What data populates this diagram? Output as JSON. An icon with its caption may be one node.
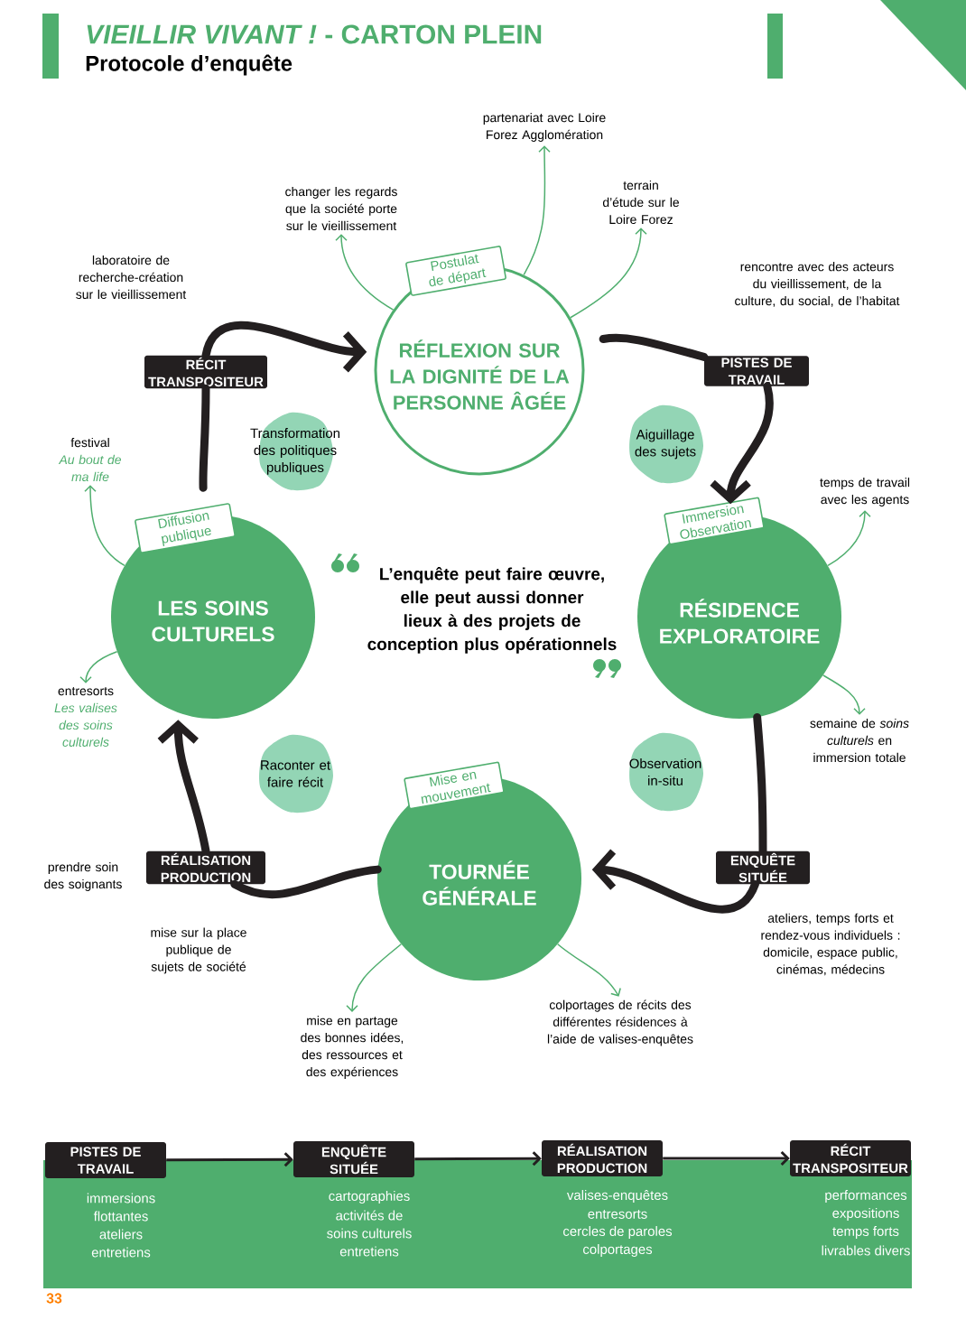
{
  "diagram": {
    "title": "*VIEILLIR VIVANT !* - CARTON PLEIN",
    "nodes": [
      {
        "text": [
          "Postulat de départ",
          "RÉFLEXION SUR LA DIGNITÉ DE LA PERSONNE ÂGÉE"
        ]
      },
      {
        "text": [
          "Immersion Observation",
          "RÉSIDENCE EXPLORATOIRE"
        ]
      },
      {
        "text": [
          "Mise en mouvement",
          "TOURNÉE GÉNÉRALE"
        ]
      },
      {
        "text": [
          "Diffusion publique",
          "LES SOINS CULTURELS"
        ]
      },
      {
        "text": [
          "Transformation des politiques publiques"
        ]
      },
      {
        "text": [
          "Aiguillage des sujets"
        ]
      },
      {
        "text": [
          "Raconter et faire récit"
        ]
      },
      {
        "text": [
          "Observation in-situ"
        ]
      },
      {
        "text": [
          "changer les regards que la société porte sur le vieillissement"
        ]
      },
      {
        "text": [
          "partenariat avec Loire Forez Agglomération"
        ]
      },
      {
        "text": [
          "terrain d’étude sur le Loire Forez"
        ]
      },
      {
        "text": [
          "temps de travail avec les agents"
        ]
      },
      {
        "text": [
          "semaine de *soins culturels* en immersion totale"
        ]
      },
      {
        "text": [
          "mise en partage des bonnes idées, des ressources et des expériences"
        ]
      },
      {
        "text": [
          "colportages de récits des différentes résidences à l’aide de valises-enquêtes"
        ]
      },
      {
        "text": [
          "festival",
          "Au bout de ma life"
        ]
      },
      {
        "text": [
          "entresorts",
          "Les valises des soins culturels"
        ]
      },
      {
        "text": [
          "PISTES DE TRAVAIL"
        ],
        "beside": [
          "immersions",
          "flottantes",
          "ateliers",
          "entretiens"
        ]
      },
      {
        "text": [
          "ENQUÊTE SITUÉE"
        ],
        "beside": [
          "cartographies",
          "activités de",
          "soins culturels",
          "entretiens"
        ]
      },
      {
        "text": [
          "RÉALISATION PRODUCTION"
        ],
        "beside": [
          "valises-enquêtes",
          "entresorts",
          "cercles de paroles",
          "colportages"
        ]
      },
      {
        "text": [
          "RÉCIT TRANSPOSITEUR"
        ],
        "beside": [
          "performances",
          "expositions",
          "temps forts",
          "livrables divers"
        ]
      },
      {
        "text": [
          "PISTES DE TRAVAIL"
        ]
      },
      {
        "text": [
          "ENQUÊTE SITUÉE"
        ]
      },
      {
        "text": [
          "RÉALISATION PRODUCTION"
        ]
      },
      {
        "text": [
          "RÉCIT TRANSPOSITEUR"
        ]
      }
    ],
    "edges": [
      {
        "from": 0,
        "to": 21,
        "arrow": "none",
        "style": "thick",
        "color": "#231f20"
      },
      {
        "from": 21,
        "to": 1,
        "arrow": "to",
        "style": "thick",
        "color": "#231f20"
      },
      {
        "from": 1,
        "to": 22,
        "arrow": "none",
        "style": "thick",
        "color": "#231f20"
      },
      {
        "from": 22,
        "to": 2,
        "arrow": "to",
        "style": "thick",
        "color": "#231f20"
      },
      {
        "from": 2,
        "to": 23,
        "arrow": "none",
        "style": "thick",
        "color": "#231f20"
      },
      {
        "from": 23,
        "to": 3,
        "arrow": "to",
        "style": "thick",
        "color": "#231f20"
      },
      {
        "from": 3,
        "to": 24,
        "arrow": "none",
        "style": "thick",
        "color": "#231f20"
      },
      {
        "from": 24,
        "to": 0,
        "arrow": "to",
        "style": "thick",
        "color": "#231f20"
      },
      {
        "from": 0,
        "to": 8,
        "arrow": "to",
        "color": "#4fae6e"
      },
      {
        "from": 0,
        "to": 9,
        "arrow": "to",
        "color": "#4fae6e"
      },
      {
        "from": 0,
        "to": 10,
        "arrow": "to",
        "color": "#4fae6e"
      },
      {
        "from": 1,
        "to": 11,
        "arrow": "to",
        "color": "#4fae6e"
      },
      {
        "from": 1,
        "to": 12,
        "arrow": "to",
        "color": "#4fae6e"
      },
      {
        "from": 2,
        "to": 13,
        "arrow": "to",
        "color": "#4fae6e"
      },
      {
        "from": 2,
        "to": 14,
        "arrow": "to",
        "color": "#4fae6e"
      },
      {
        "from": 3,
        "to": 15,
        "arrow": "to",
        "color": "#4fae6e"
      },
      {
        "from": 3,
        "to": 16,
        "arrow": "to",
        "color": "#4fae6e"
      },
      {
        "from": 17,
        "to": 18,
        "arrow": "to",
        "color": "#231f20"
      },
      {
        "from": 18,
        "to": 19,
        "arrow": "to",
        "color": "#231f20"
      },
      {
        "from": 19,
        "to": 20,
        "arrow": "to",
        "color": "#231f20"
      }
    ],
    "labels": [
      "Protocole d’enquête",
      "laboratoire de recherche-création sur le vieillissement",
      "rencontre avec des acteurs du vieillissement, de la culture, du social, de l’habitat",
      "L’enquête peut faire œuvre, elle peut aussi donner lieux à des projets de conception plus opérationnels",
      "prendre soin des soignants",
      "mise sur la place publique de sujets de société",
      "ateliers, temps forts et rendez-vous individuels : domicile, espace public, cinémas, médecins",
      "33"
    ]
  }
}
